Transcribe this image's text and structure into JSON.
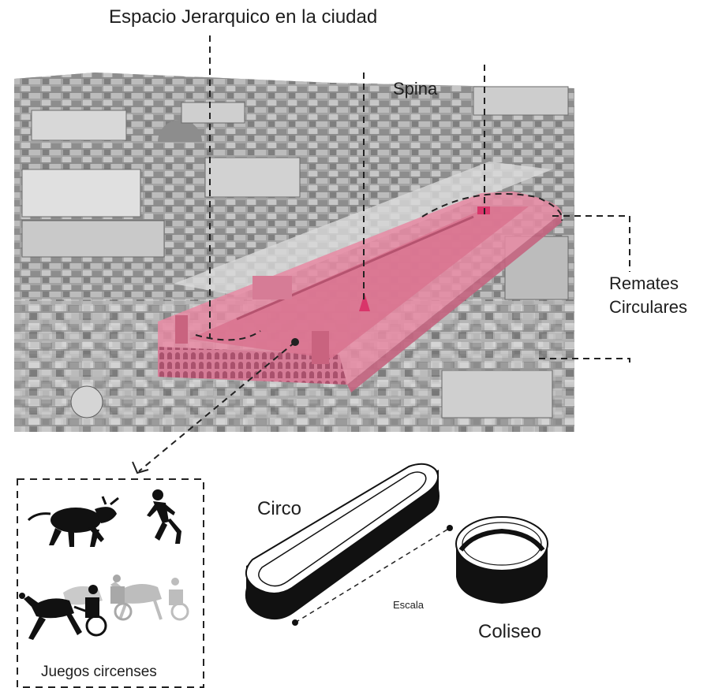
{
  "labels": {
    "title": "Espacio Jerarquico en la ciudad",
    "spina": "Spina",
    "remates_line1": "Remates",
    "remates_line2": "Circulares",
    "juegos": "Juegos circenses",
    "circo": "Circo",
    "coliseo": "Coliseo",
    "escala": "Escala"
  },
  "colors": {
    "circus_highlight": "#e88aa3",
    "marker": "#d9356a",
    "photo_bg": "#9a9a9a",
    "silhouette": "#111111",
    "faded_silhouette": "#bdbdbd"
  },
  "icons": [
    "bull-icon",
    "runner-icon",
    "chariot-icon",
    "faded-chariot-icon",
    "circo-shape-icon",
    "coliseo-shape-icon"
  ]
}
